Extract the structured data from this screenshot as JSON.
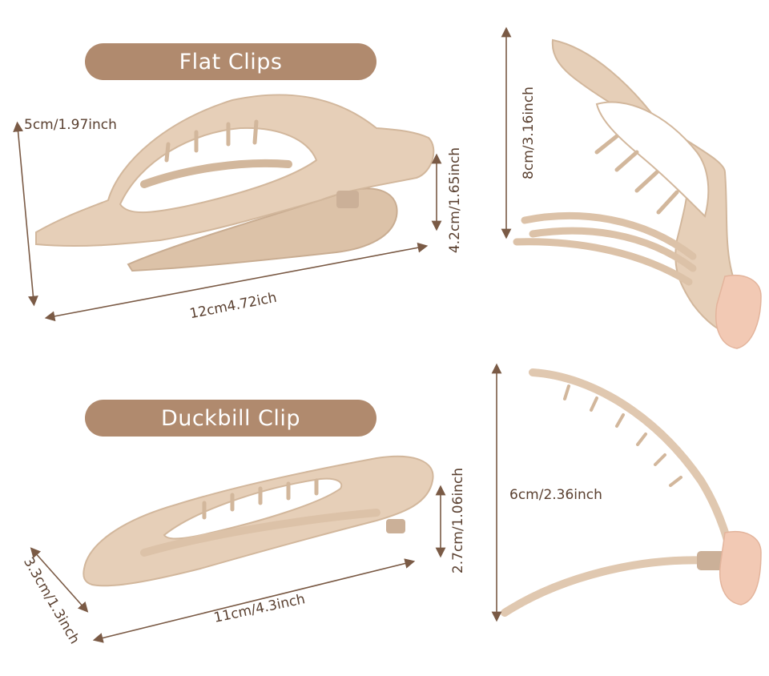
{
  "labels": {
    "flat_clips": "Flat Clips",
    "duckbill_clip": "Duckbill Clip"
  },
  "dimensions": {
    "flat_height": "5cm/1.97inch",
    "flat_length": "12cm4.72ich",
    "flat_jaw": "4.2cm/1.65inch",
    "flat_open": "8cm/3.16inch",
    "duck_width": "3.3cm/1.3inch",
    "duck_length": "11cm/4.3inch",
    "duck_jaw": "2.7cm/1.06inch",
    "duck_open": "6cm/2.36inch"
  },
  "colors": {
    "clip": "#e6cfb8",
    "clip_shade": "#d9bea4",
    "pill": "#b08a6e",
    "arrow": "#7a5a45"
  }
}
